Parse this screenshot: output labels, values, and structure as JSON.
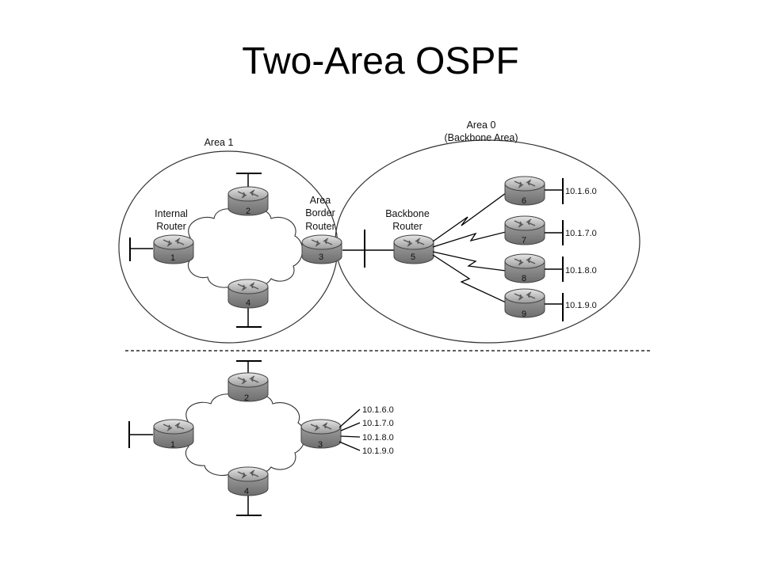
{
  "slide": {
    "title": "Two-Area OSPF"
  },
  "top_diagram": {
    "area1_label": "Area 1",
    "area0_label_line1": "Area 0",
    "area0_label_line2": "(Backbone Area)",
    "internal_router_label": [
      "Internal",
      "Router"
    ],
    "abr_label": [
      "Area",
      "Border",
      "Router"
    ],
    "backbone_router_label": [
      "Backbone",
      "Router"
    ],
    "routers": [
      "1",
      "2",
      "3",
      "4",
      "5",
      "6",
      "7",
      "8",
      "9"
    ],
    "networks": [
      "10.1.6.0",
      "10.1.7.0",
      "10.1.8.0",
      "10.1.9.0"
    ]
  },
  "bottom_diagram": {
    "routers": [
      "1",
      "2",
      "3",
      "4"
    ],
    "networks": [
      "10.1.6.0",
      "10.1.7.0",
      "10.1.8.0",
      "10.1.9.0"
    ]
  }
}
